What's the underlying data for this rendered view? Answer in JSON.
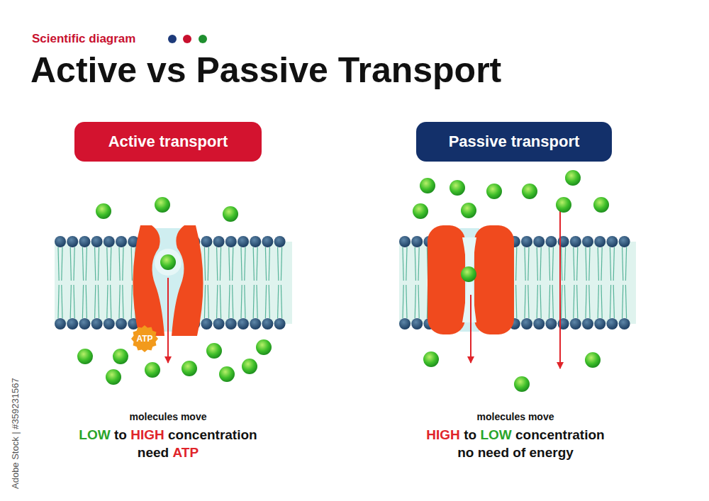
{
  "diagram": {
    "title": "Active vs Passive Transport",
    "nodes": [
      {
        "text": [
          "Active transport"
        ]
      },
      {
        "text": [
          "Passive transport"
        ]
      },
      {
        "text": [
          "ATP"
        ]
      }
    ],
    "labels": [
      "Scientific diagram",
      "molecules move",
      "LOW",
      "to",
      "HIGH",
      "concentration",
      "need",
      "ATP",
      "molecules move",
      "HIGH",
      "to",
      "LOW",
      "concentration",
      "no need of energy",
      "Adobe Stock | #359231567"
    ]
  }
}
